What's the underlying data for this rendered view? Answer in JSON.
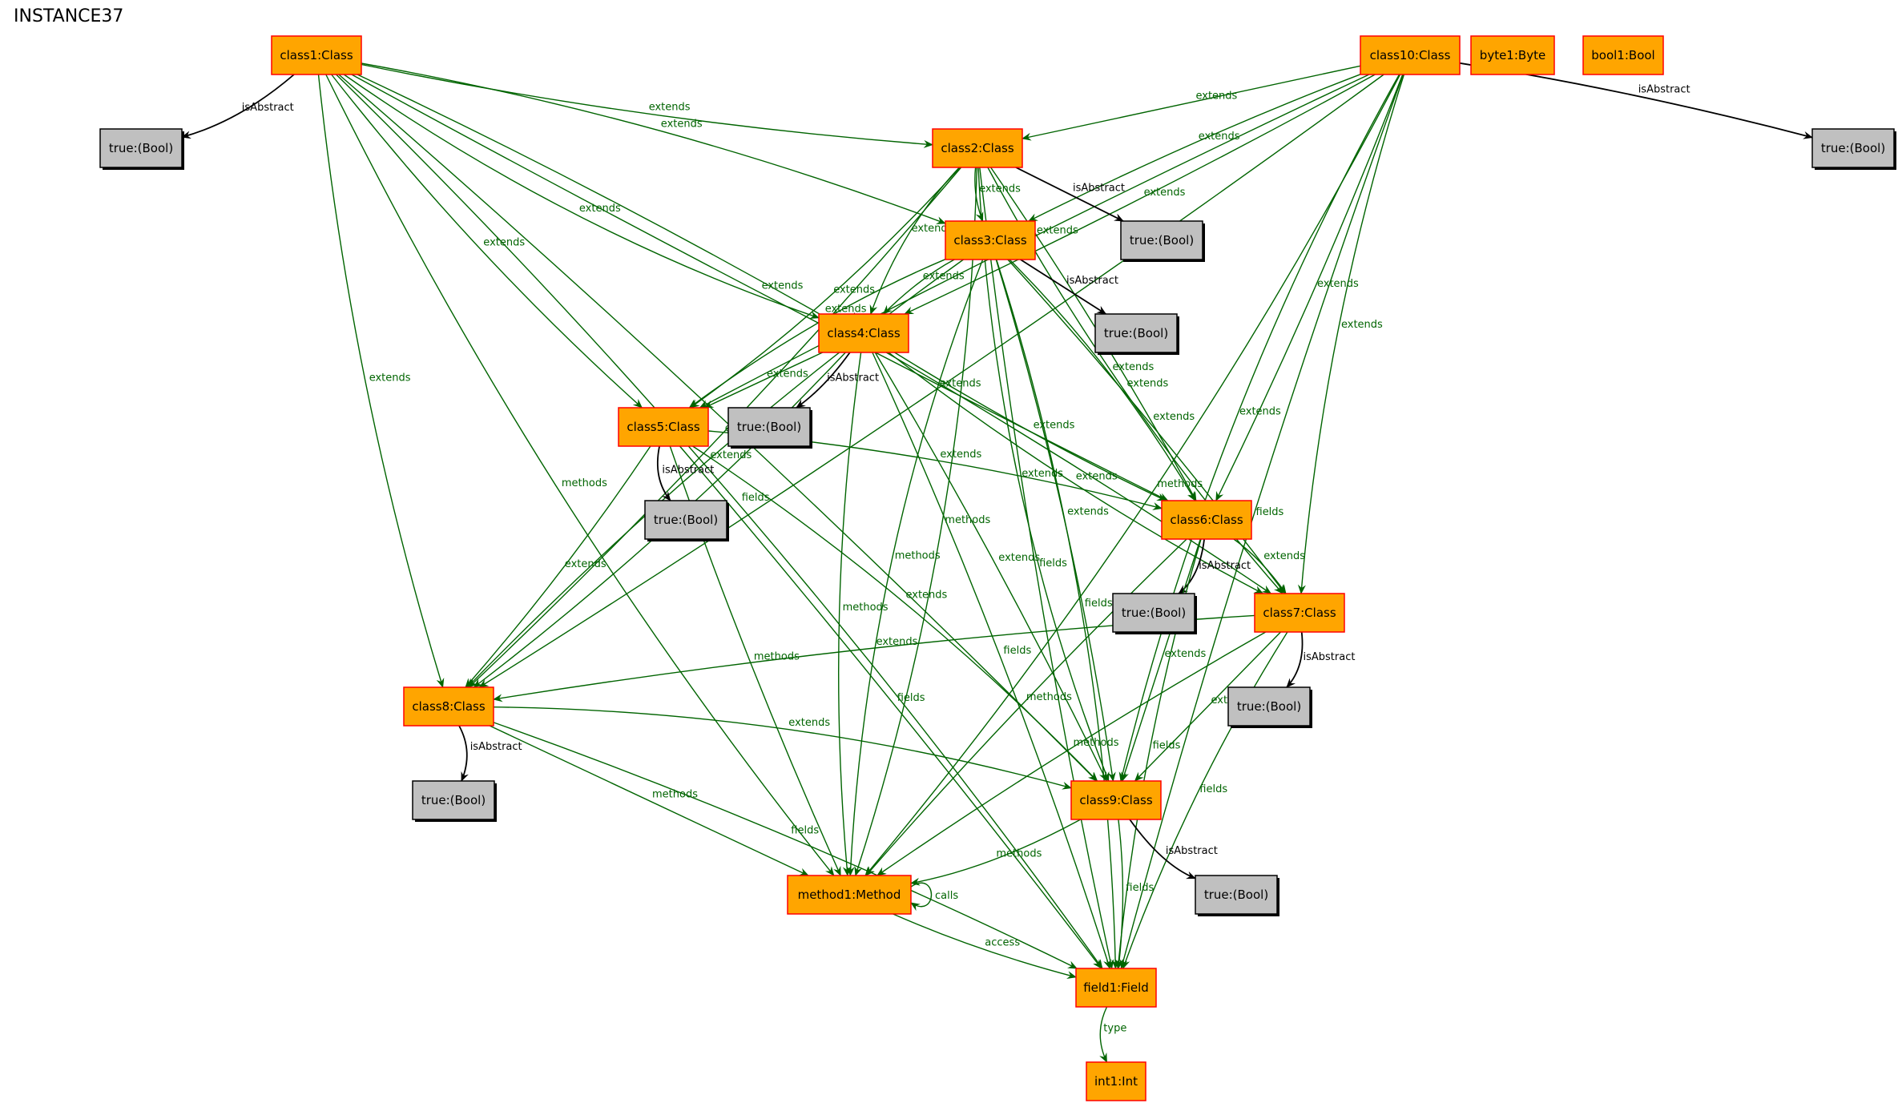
{
  "title": "INSTANCE37",
  "colors": {
    "object_fill": "#ffa500",
    "object_stroke": "#ff0000",
    "value_fill": "#c0c0c0",
    "value_stroke": "#000000",
    "relation_edge": "#006400",
    "attribute_edge": "#000000"
  },
  "nodes": [
    {
      "id": "class1",
      "label": "class1:Class",
      "kind": "object"
    },
    {
      "id": "class10",
      "label": "class10:Class",
      "kind": "object"
    },
    {
      "id": "byte1",
      "label": "byte1:Byte",
      "kind": "object"
    },
    {
      "id": "bool1",
      "label": "bool1:Bool",
      "kind": "object"
    },
    {
      "id": "t1",
      "label": "true:(Bool)",
      "kind": "value"
    },
    {
      "id": "t10",
      "label": "true:(Bool)",
      "kind": "value"
    },
    {
      "id": "class2",
      "label": "class2:Class",
      "kind": "object"
    },
    {
      "id": "t2",
      "label": "true:(Bool)",
      "kind": "value"
    },
    {
      "id": "class3",
      "label": "class3:Class",
      "kind": "object"
    },
    {
      "id": "t3",
      "label": "true:(Bool)",
      "kind": "value"
    },
    {
      "id": "class4",
      "label": "class4:Class",
      "kind": "object"
    },
    {
      "id": "t4",
      "label": "true:(Bool)",
      "kind": "value"
    },
    {
      "id": "class5",
      "label": "class5:Class",
      "kind": "object"
    },
    {
      "id": "t5",
      "label": "true:(Bool)",
      "kind": "value"
    },
    {
      "id": "class6",
      "label": "class6:Class",
      "kind": "object"
    },
    {
      "id": "t6",
      "label": "true:(Bool)",
      "kind": "value"
    },
    {
      "id": "class7",
      "label": "class7:Class",
      "kind": "object"
    },
    {
      "id": "t7",
      "label": "true:(Bool)",
      "kind": "value"
    },
    {
      "id": "class8",
      "label": "class8:Class",
      "kind": "object"
    },
    {
      "id": "t8",
      "label": "true:(Bool)",
      "kind": "value"
    },
    {
      "id": "class9",
      "label": "class9:Class",
      "kind": "object"
    },
    {
      "id": "t9",
      "label": "true:(Bool)",
      "kind": "value"
    },
    {
      "id": "method1",
      "label": "method1:Method",
      "kind": "object"
    },
    {
      "id": "field1",
      "label": "field1:Field",
      "kind": "object"
    },
    {
      "id": "int1",
      "label": "int1:Int",
      "kind": "object"
    }
  ],
  "edges": [
    {
      "from": "class1",
      "to": "t1",
      "label": "isAbstract"
    },
    {
      "from": "class1",
      "to": "class2",
      "label": "extends"
    },
    {
      "from": "class1",
      "to": "class3",
      "label": "extends"
    },
    {
      "from": "class1",
      "to": "class4",
      "label": "extends"
    },
    {
      "from": "class1",
      "to": "class5",
      "label": "extends"
    },
    {
      "from": "class1",
      "to": "class6",
      "label": "extends"
    },
    {
      "from": "class1",
      "to": "class7",
      "label": "extends"
    },
    {
      "from": "class1",
      "to": "class8",
      "label": "extends"
    },
    {
      "from": "class1",
      "to": "class9",
      "label": "extends"
    },
    {
      "from": "class1",
      "to": "method1",
      "label": "methods"
    },
    {
      "from": "class1",
      "to": "field1",
      "label": "fields"
    },
    {
      "from": "class10",
      "to": "t10",
      "label": "isAbstract"
    },
    {
      "from": "class10",
      "to": "class2",
      "label": "extends"
    },
    {
      "from": "class10",
      "to": "class3",
      "label": "extends"
    },
    {
      "from": "class10",
      "to": "class4",
      "label": "extends"
    },
    {
      "from": "class10",
      "to": "class5",
      "label": "extends"
    },
    {
      "from": "class10",
      "to": "class6",
      "label": "extends"
    },
    {
      "from": "class10",
      "to": "class7",
      "label": "extends"
    },
    {
      "from": "class10",
      "to": "class8",
      "label": "extends"
    },
    {
      "from": "class10",
      "to": "class9",
      "label": "extends"
    },
    {
      "from": "class10",
      "to": "method1",
      "label": "methods"
    },
    {
      "from": "class10",
      "to": "field1",
      "label": "fields"
    },
    {
      "from": "class2",
      "to": "t2",
      "label": "isAbstract"
    },
    {
      "from": "class2",
      "to": "class3",
      "label": "extends"
    },
    {
      "from": "class2",
      "to": "class4",
      "label": "extends"
    },
    {
      "from": "class2",
      "to": "class5",
      "label": "extends"
    },
    {
      "from": "class2",
      "to": "class6",
      "label": "extends"
    },
    {
      "from": "class2",
      "to": "class7",
      "label": "extends"
    },
    {
      "from": "class2",
      "to": "class8",
      "label": "extends"
    },
    {
      "from": "class2",
      "to": "class9",
      "label": "extends"
    },
    {
      "from": "class2",
      "to": "method1",
      "label": "methods"
    },
    {
      "from": "class2",
      "to": "field1",
      "label": "fields"
    },
    {
      "from": "class3",
      "to": "t3",
      "label": "isAbstract"
    },
    {
      "from": "class3",
      "to": "class4",
      "label": "extends"
    },
    {
      "from": "class3",
      "to": "class5",
      "label": "extends"
    },
    {
      "from": "class3",
      "to": "class6",
      "label": "extends"
    },
    {
      "from": "class3",
      "to": "class7",
      "label": "extends"
    },
    {
      "from": "class3",
      "to": "class8",
      "label": "extends"
    },
    {
      "from": "class3",
      "to": "class9",
      "label": "extends"
    },
    {
      "from": "class3",
      "to": "method1",
      "label": "methods"
    },
    {
      "from": "class3",
      "to": "field1",
      "label": "fields"
    },
    {
      "from": "class4",
      "to": "t4",
      "label": "isAbstract"
    },
    {
      "from": "class4",
      "to": "class5",
      "label": "extends"
    },
    {
      "from": "class4",
      "to": "class6",
      "label": "extends"
    },
    {
      "from": "class4",
      "to": "class7",
      "label": "extends"
    },
    {
      "from": "class4",
      "to": "class8",
      "label": "extends"
    },
    {
      "from": "class4",
      "to": "class9",
      "label": "extends"
    },
    {
      "from": "class4",
      "to": "method1",
      "label": "methods"
    },
    {
      "from": "class4",
      "to": "field1",
      "label": "fields"
    },
    {
      "from": "class5",
      "to": "t5",
      "label": "isAbstract"
    },
    {
      "from": "class5",
      "to": "class6",
      "label": "extends"
    },
    {
      "from": "class5",
      "to": "class8",
      "label": "extends"
    },
    {
      "from": "class5",
      "to": "class9",
      "label": "extends"
    },
    {
      "from": "class5",
      "to": "method1",
      "label": "methods"
    },
    {
      "from": "class5",
      "to": "field1",
      "label": "fields"
    },
    {
      "from": "class6",
      "to": "t6",
      "label": "isAbstract"
    },
    {
      "from": "class6",
      "to": "class7",
      "label": "extends"
    },
    {
      "from": "class6",
      "to": "class9",
      "label": "extends"
    },
    {
      "from": "class6",
      "to": "method1",
      "label": "methods"
    },
    {
      "from": "class6",
      "to": "field1",
      "label": "fields"
    },
    {
      "from": "class7",
      "to": "t7",
      "label": "isAbstract"
    },
    {
      "from": "class7",
      "to": "class8",
      "label": "extends"
    },
    {
      "from": "class7",
      "to": "class9",
      "label": "extends"
    },
    {
      "from": "class7",
      "to": "method1",
      "label": "methods"
    },
    {
      "from": "class7",
      "to": "field1",
      "label": "fields"
    },
    {
      "from": "class8",
      "to": "t8",
      "label": "isAbstract"
    },
    {
      "from": "class8",
      "to": "class9",
      "label": "extends"
    },
    {
      "from": "class8",
      "to": "method1",
      "label": "methods"
    },
    {
      "from": "class8",
      "to": "field1",
      "label": "fields"
    },
    {
      "from": "class9",
      "to": "t9",
      "label": "isAbstract"
    },
    {
      "from": "class9",
      "to": "method1",
      "label": "methods"
    },
    {
      "from": "class9",
      "to": "field1",
      "label": "fields"
    },
    {
      "from": "method1",
      "to": "method1",
      "label": "calls"
    },
    {
      "from": "method1",
      "to": "field1",
      "label": "access"
    },
    {
      "from": "field1",
      "to": "int1",
      "label": "type"
    }
  ]
}
